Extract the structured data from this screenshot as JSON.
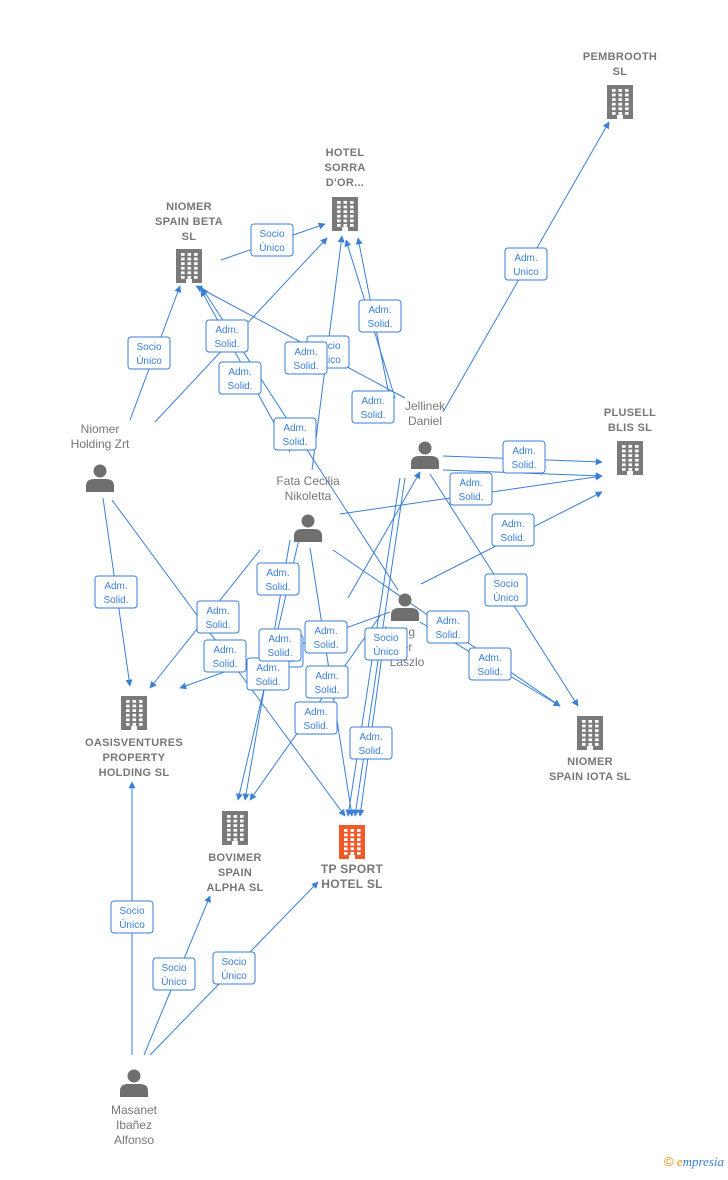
{
  "nodes": [
    {
      "id": "pembrooth",
      "kind": "company",
      "label": [
        "PEMBROOTH",
        "SL"
      ]
    },
    {
      "id": "hotel_sorra",
      "kind": "company",
      "label": [
        "HOTEL",
        "SORRA",
        "D'OR..."
      ]
    },
    {
      "id": "niomer_beta",
      "kind": "company",
      "label": [
        "NIOMER",
        "SPAIN BETA",
        "SL"
      ]
    },
    {
      "id": "plusell",
      "kind": "company",
      "label": [
        "PLUSELL",
        "BLIS SL"
      ]
    },
    {
      "id": "niomer_zrt",
      "kind": "person",
      "label": [
        "Niomer",
        "Holding Zrt"
      ]
    },
    {
      "id": "jellinek",
      "kind": "person",
      "label": [
        "Jellinek",
        "Daniel"
      ]
    },
    {
      "id": "fata",
      "kind": "person",
      "label": [
        "Fata Cecilia",
        "Nikoletta"
      ]
    },
    {
      "id": "ludwig",
      "kind": "person",
      "label": [
        "dig",
        "er",
        "Laszlo"
      ]
    },
    {
      "id": "oasis",
      "kind": "company",
      "label": [
        "OASISVENTURES",
        "PROPERTY",
        "HOLDING SL"
      ]
    },
    {
      "id": "niomer_iota",
      "kind": "company",
      "label": [
        "NIOMER",
        "SPAIN IOTA SL"
      ]
    },
    {
      "id": "bovimer",
      "kind": "company",
      "label": [
        "BOVIMER",
        "SPAIN",
        "ALPHA SL"
      ]
    },
    {
      "id": "tp_sport",
      "kind": "focus",
      "label": [
        "TP SPORT",
        "HOTEL SL"
      ]
    },
    {
      "id": "masanet",
      "kind": "person",
      "label": [
        "Masanet",
        "Ibañez",
        "Alfonso"
      ]
    }
  ],
  "badges": [
    [
      "Socio",
      "Único"
    ],
    [
      "Adm.",
      "Unico"
    ],
    [
      "Adm.",
      "Solid."
    ],
    [
      "Socio",
      "Único"
    ],
    [
      "Adm.",
      "Solid."
    ],
    [
      "Socio",
      "Único"
    ],
    [
      "Adm.",
      "Solid."
    ],
    [
      "Adm.",
      "Solid."
    ],
    [
      "Adm.",
      "Solid."
    ],
    [
      "Adm.",
      "Solid."
    ],
    [
      "Adm.",
      "Solid."
    ],
    [
      "Adm.",
      "Solid."
    ],
    [
      "Adm.",
      "Solid."
    ],
    [
      "Socio",
      "Único"
    ],
    [
      "Adm.",
      "Solid."
    ],
    [
      "Adm.",
      "Solid."
    ],
    [
      "Adm.",
      "Solid."
    ],
    [
      "Adm.",
      "Solid."
    ],
    [
      "Socio",
      "Único"
    ],
    [
      "Adm.",
      "Solid."
    ],
    [
      "Adm.",
      "Solid."
    ],
    [
      "Adm.",
      "Solid."
    ],
    [
      "Adm.",
      "Solid."
    ],
    [
      "Adm.",
      "Solid."
    ],
    [
      "Adm.",
      "Solid."
    ],
    [
      "Adm.",
      "Solid."
    ],
    [
      "Socio",
      "Único"
    ],
    [
      "Socio",
      "Único"
    ],
    [
      "Socio",
      "Único"
    ],
    [
      "Adm.",
      "Solid."
    ],
    [
      "Adm.",
      "Solid."
    ]
  ],
  "footer": {
    "copyright": "©",
    "brand_initial": "e",
    "brand_rest": "mpresia"
  },
  "colors": {
    "edge": "#3a7fd5",
    "company": "#7a7a7a",
    "focus": "#f05a28",
    "person": "#6f6f6f"
  }
}
